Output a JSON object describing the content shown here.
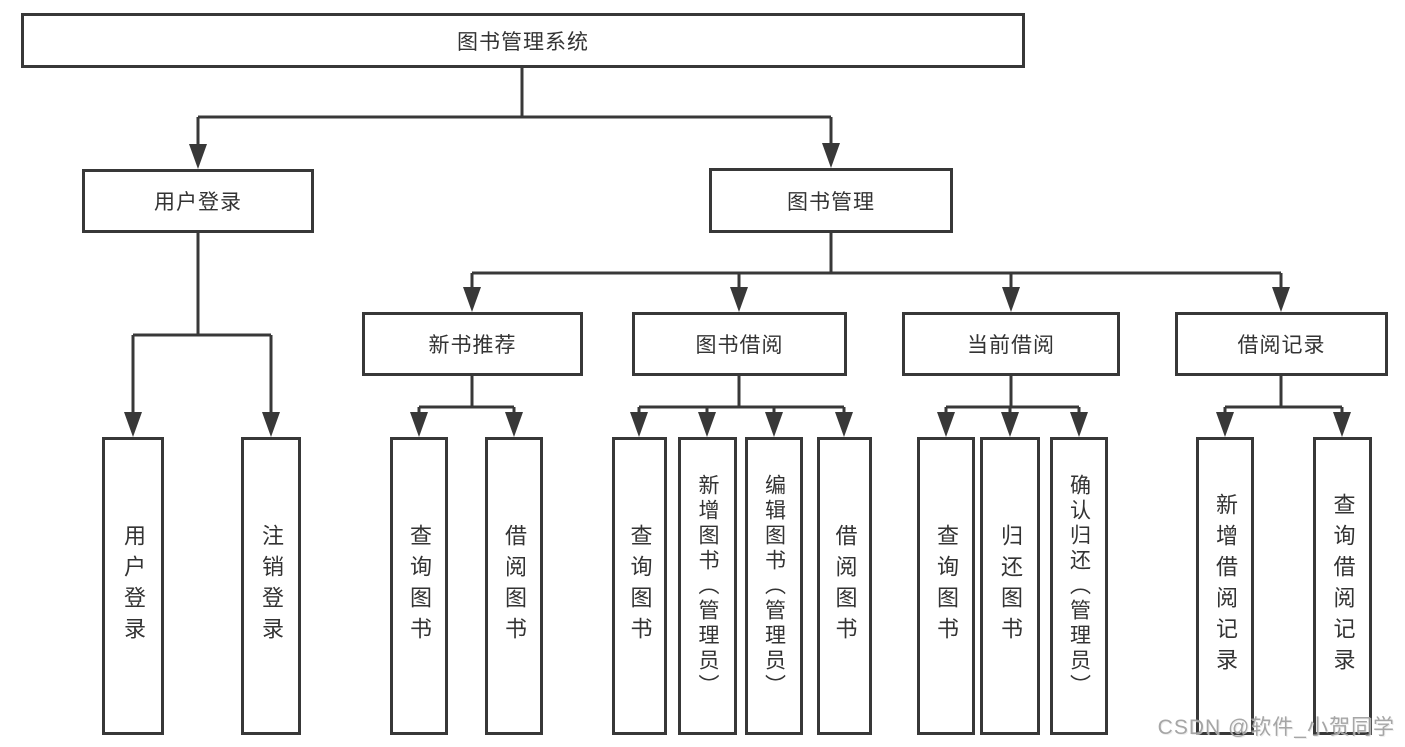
{
  "diagram": {
    "type": "function-structure-tree",
    "root": {
      "label": "图书管理系统"
    },
    "branches": [
      {
        "label": "用户登录",
        "children": [
          {
            "label": "用户登录"
          },
          {
            "label": "注销登录"
          }
        ]
      },
      {
        "label": "图书管理",
        "children": [
          {
            "label": "新书推荐",
            "children": [
              {
                "label": "查询图书"
              },
              {
                "label": "借阅图书"
              }
            ]
          },
          {
            "label": "图书借阅",
            "children": [
              {
                "label": "查询图书"
              },
              {
                "label": "新增图书（管理员）"
              },
              {
                "label": "编辑图书（管理员）"
              },
              {
                "label": "借阅图书"
              }
            ]
          },
          {
            "label": "当前借阅",
            "children": [
              {
                "label": "查询图书"
              },
              {
                "label": "归还图书"
              },
              {
                "label": "确认归还（管理员）"
              }
            ]
          },
          {
            "label": "借阅记录",
            "children": [
              {
                "label": "新增借阅记录"
              },
              {
                "label": "查询借阅记录"
              }
            ]
          }
        ]
      }
    ]
  },
  "watermark": {
    "text": "CSDN @软件_小贺同学"
  },
  "colors": {
    "line": "#383838",
    "box_border": "#383838",
    "text": "#333333",
    "background": "#ffffff",
    "watermark": "#9e9e9e"
  }
}
